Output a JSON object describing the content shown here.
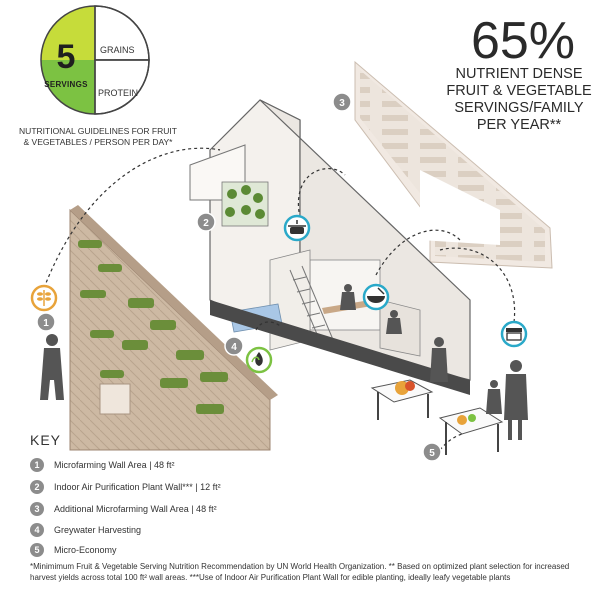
{
  "plate": {
    "number": "5",
    "servings_label": "SERVINGS",
    "grains_label": "GRAINS",
    "protein_label": "PROTEIN",
    "caption": "NUTRITIONAL GUIDELINES FOR FRUIT & VEGETABLES / PERSON PER DAY*"
  },
  "stat": {
    "percent": "65%",
    "description": "NUTRIENT DENSE FRUIT & VEGETABLE SERVINGS/FAMILY PER YEAR**"
  },
  "markers": [
    "1",
    "2",
    "3",
    "4",
    "5"
  ],
  "key": {
    "title": "KEY",
    "items": [
      {
        "num": "1",
        "text": "Microfarming Wall Area  |  48 ft²"
      },
      {
        "num": "2",
        "text": "Indoor Air Purification Plant Wall***  |  12 ft²"
      },
      {
        "num": "3",
        "text": "Additional Microfarming Wall Area  |  48 ft²"
      },
      {
        "num": "4",
        "text": "Greywater Harvesting"
      },
      {
        "num": "5",
        "text": "Micro-Economy"
      }
    ]
  },
  "footnote": "*Minimimum Fruit & Vegetable Serving Nutrition Recommendation by UN World Health Organization. ** Based on optimized plant selection for increased harvest yields across total 100 ft² wall areas. ***Use of Indoor Air Purification Plant Wall for edible planting, ideally leafy vegetable plants",
  "icons": [
    "wheat-icon",
    "cooking-pot-icon",
    "mixing-bowl-icon",
    "market-stall-icon",
    "water-plant-icon"
  ],
  "colors": {
    "accent_teal": "#2aa9c9",
    "accent_green": "#7cc242",
    "accent_lime": "#c6dc3a",
    "marker_gray": "#8c8c8c"
  }
}
